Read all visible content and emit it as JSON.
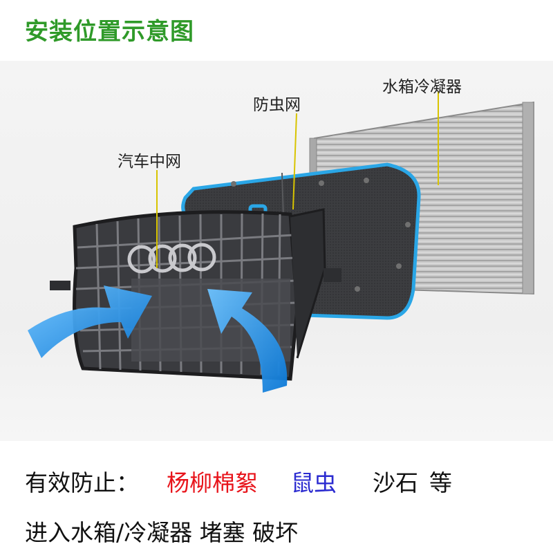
{
  "header": {
    "title": "安装位置示意图"
  },
  "labels": {
    "grille": "汽车中网",
    "insect_net": "防虫网",
    "condenser": "水箱冷凝器"
  },
  "footer": {
    "line1": {
      "prefix": "有效防止：",
      "item1": "杨柳棉絮",
      "item2": "鼠虫",
      "item3": "沙石",
      "suffix": "等"
    },
    "line2": "进入水箱/冷凝器 堵塞 破坏"
  },
  "colors": {
    "title": "#2f9a29",
    "highlight_red": "#e8141b",
    "highlight_blue": "#2b2bd0",
    "net_border": "#2aa6e6",
    "airflow_arrow": "#1e8fe0"
  }
}
